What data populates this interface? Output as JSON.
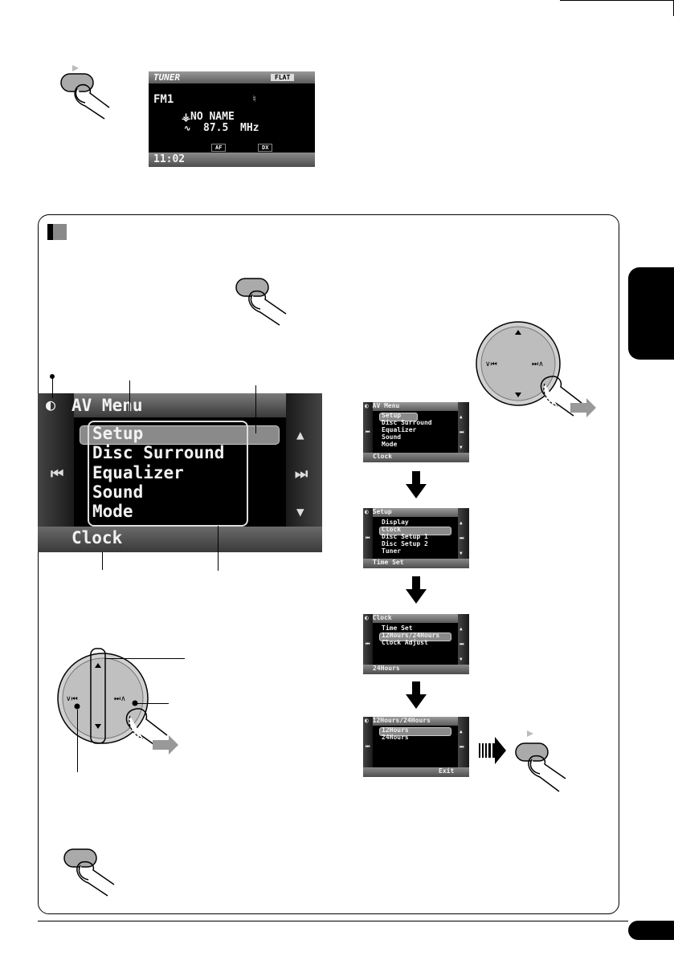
{
  "tuner_screen": {
    "source": "TUNER",
    "eq": "FLAT",
    "band": "FM1",
    "station_name": "NO NAME",
    "frequency": "87.5",
    "unit": "MHz",
    "af": "AF",
    "dx": "DX",
    "clock": "11:02"
  },
  "main_screen": {
    "title": "AV Menu",
    "items": [
      "Setup",
      "Disc Surround",
      "Equalizer",
      "Sound",
      "Mode"
    ],
    "footer": "Clock"
  },
  "step_screens": [
    {
      "title": "AV Menu",
      "items": [
        "Setup",
        "Disc Surround",
        "Equalizer",
        "Sound",
        "Mode"
      ],
      "selected": 0,
      "footer": "Clock"
    },
    {
      "title": "Setup",
      "items": [
        "Display",
        "Clock",
        "Disc Setup 1",
        "Disc Setup 2",
        "Tuner"
      ],
      "selected": 1,
      "footer": "Time Set"
    },
    {
      "title": "Clock",
      "items": [
        "Time Set",
        "12Hours/24Hours",
        "Clock Adjust"
      ],
      "selected": 1,
      "footer": "24Hours"
    },
    {
      "title": "12Hours/24Hours",
      "items": [
        "12Hours",
        "24Hours"
      ],
      "selected": 0,
      "footer": "Exit"
    }
  ],
  "colors": {
    "lcd_bg": "#000000",
    "highlight": "#8a8a8a",
    "tab": "#000000"
  }
}
